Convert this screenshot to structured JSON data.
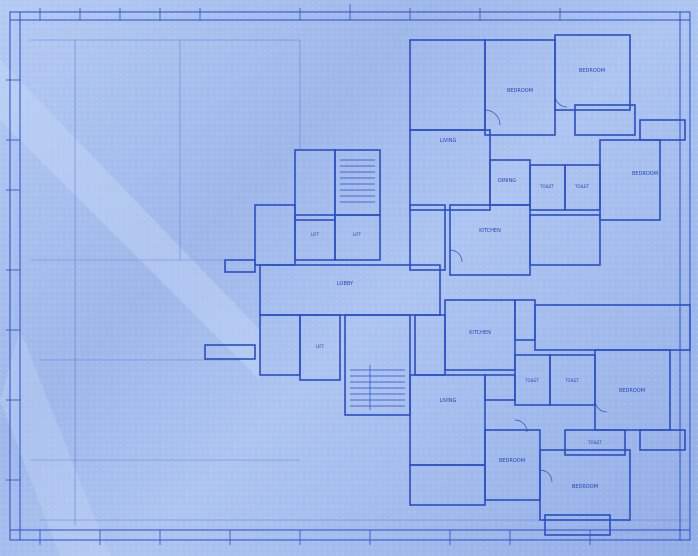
{
  "plan": {
    "colors": {
      "paper": "#a9c1ee",
      "ink": "#2a4fc4",
      "ink_light": "#5a7ad6"
    },
    "rooms": [
      {
        "id": "bedroom-tr-1",
        "label": "BEDROOM"
      },
      {
        "id": "bedroom-tr-2",
        "label": "BEDROOM"
      },
      {
        "id": "living-top",
        "label": "LIVING"
      },
      {
        "id": "toilet-top-1",
        "label": "TOILET"
      },
      {
        "id": "toilet-top-2",
        "label": "TOILET"
      },
      {
        "id": "bedroom-right",
        "label": "BEDROOM"
      },
      {
        "id": "kitchen-top",
        "label": "KITCHEN"
      },
      {
        "id": "dining-top",
        "label": "DINING"
      },
      {
        "id": "lobby",
        "label": "LOBBY"
      },
      {
        "id": "lift-1",
        "label": "LIFT"
      },
      {
        "id": "lift-2",
        "label": "LIFT"
      },
      {
        "id": "lift-3",
        "label": "LIFT"
      },
      {
        "id": "kitchen-bottom",
        "label": "KITCHEN"
      },
      {
        "id": "living-bottom",
        "label": "LIVING"
      },
      {
        "id": "toilet-bottom-1",
        "label": "TOILET"
      },
      {
        "id": "toilet-bottom-2",
        "label": "TOILET"
      },
      {
        "id": "bedroom-bottom-right",
        "label": "BEDROOM"
      },
      {
        "id": "bedroom-bottom-1",
        "label": "BEDROOM"
      },
      {
        "id": "bedroom-bottom-2",
        "label": "BEDROOM"
      },
      {
        "id": "toilet-bottom-3",
        "label": "TOILET"
      }
    ]
  }
}
